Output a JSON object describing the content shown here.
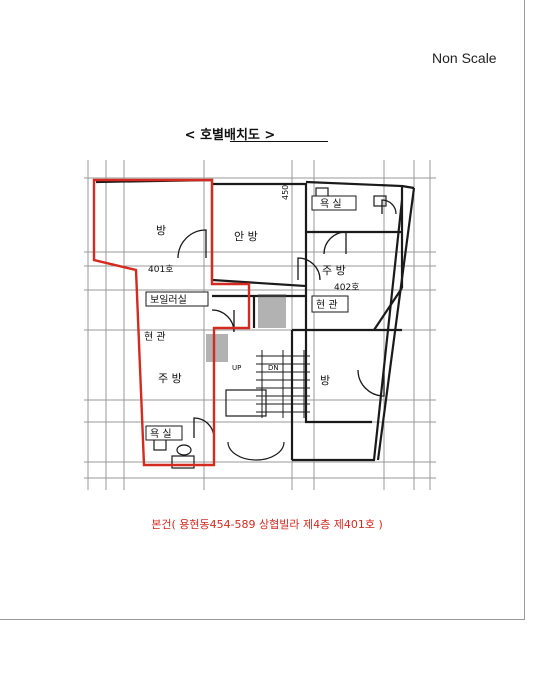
{
  "scale_note": "Non Scale",
  "title": "< 호별배치도 >",
  "caption": "본건( 용현동454-589 상협빌라 제4층 제401호 )",
  "rooms": {
    "bang_top_left": "방",
    "anbang": "안 방",
    "yoksil_top_right": "욕 실",
    "jubang_right": "주 방",
    "boiler_room": "보일러실",
    "hyeongwan_center": "현 관",
    "hyeongwan_left": "현 관",
    "jubang_left": "주 방",
    "bang_right": "방",
    "yoksil_bottom_left": "욕 실"
  },
  "unit_labels": {
    "unit_401": "401호",
    "unit_402": "402호"
  },
  "stair_labels": {
    "up": "UP",
    "dn": "DN"
  },
  "dimension_mark": "450",
  "colors": {
    "highlight_outline": "#d42a1f",
    "lines": "#1a1a1a",
    "grid": "#6b6b6b"
  }
}
